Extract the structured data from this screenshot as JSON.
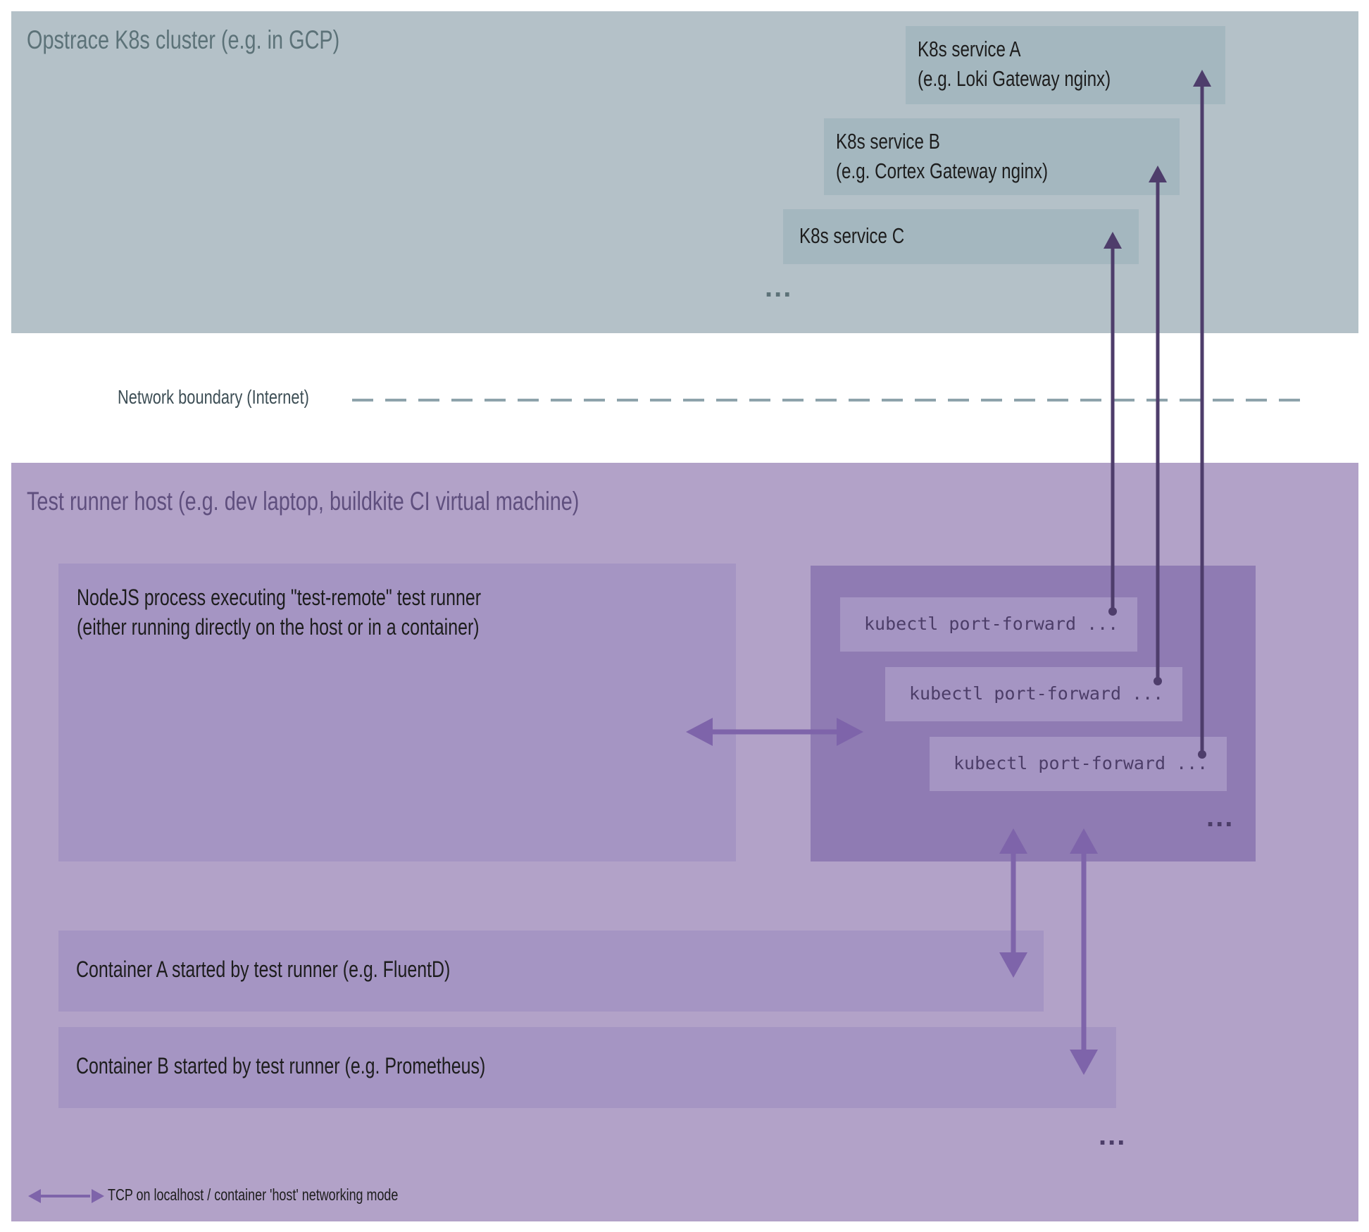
{
  "cluster": {
    "title": "Opstrace K8s cluster (e.g. in GCP)",
    "services": [
      {
        "line1": "K8s service A",
        "line2": "(e.g. Loki Gateway nginx)"
      },
      {
        "line1": "K8s service B",
        "line2": "(e.g. Cortex Gateway nginx)"
      },
      {
        "line1": "K8s service C",
        "line2": ""
      }
    ],
    "more": "..."
  },
  "network": {
    "label": "Network boundary (Internet)"
  },
  "host": {
    "title": "Test runner host (e.g. dev laptop, buildkite CI virtual machine)",
    "node_process": {
      "line1": "NodeJS process executing \"test-remote\" test runner",
      "line2": "(either running directly on the host or in a container)"
    },
    "port_forwards": [
      "kubectl port-forward ...",
      "kubectl port-forward ...",
      "kubectl port-forward ..."
    ],
    "port_forwards_more": "...",
    "containers": [
      "Container A started by test runner (e.g. FluentD)",
      "Container B started by test runner (e.g. Prometheus)"
    ],
    "containers_more": "..."
  },
  "legend": {
    "tcp_label": "TCP on localhost / container 'host' networking mode"
  },
  "colors": {
    "cluster_bg": "#b4c1c8",
    "service_bg": "#a4b7bf",
    "host_bg": "#b2a2c8",
    "box_bg": "#a595c3",
    "port_forward_group_bg": "#8f7bb3",
    "tunnel_arrow": "#4e3d6b",
    "local_arrow": "#7e64aa",
    "boundary_line": "#8ea3ab"
  }
}
